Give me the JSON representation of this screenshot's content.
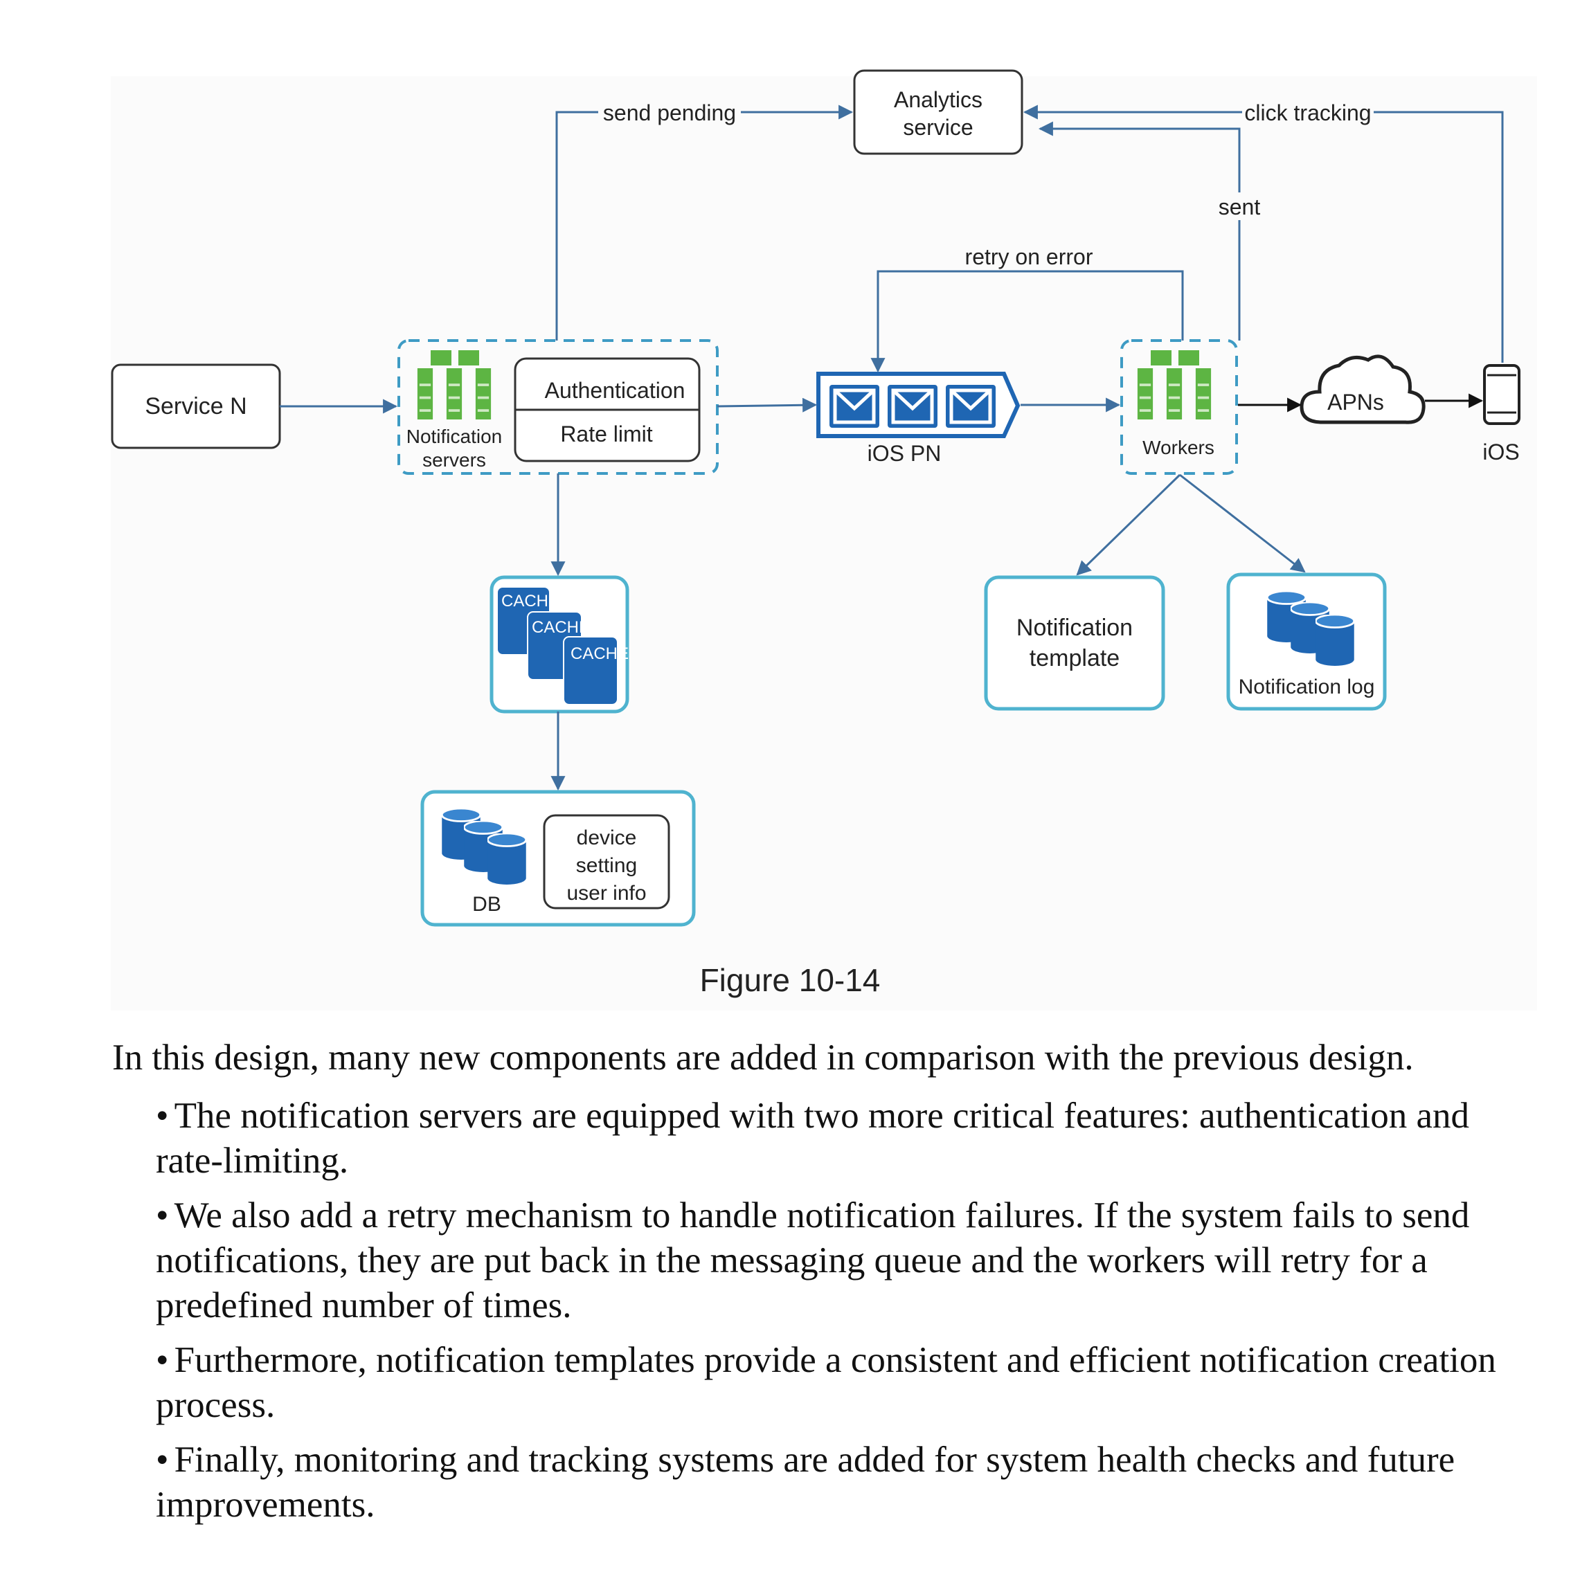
{
  "diagram": {
    "nodes": {
      "service_n": "Service N",
      "notification_servers_line1": "Notification",
      "notification_servers_line2": "servers",
      "authentication": "Authentication",
      "rate_limit": "Rate limit",
      "ios_pn": "iOS PN",
      "workers": "Workers",
      "apns": "APNs",
      "ios": "iOS",
      "analytics_line1": "Analytics",
      "analytics_line2": "service",
      "cache_1": "CACHE",
      "cache_2": "CACHE",
      "cache_3": "CACHE",
      "db": "DB",
      "db_info_line1": "device",
      "db_info_line2": "setting",
      "db_info_line3": "user info",
      "template_line1": "Notification",
      "template_line2": "template",
      "notification_log": "Notification log"
    },
    "edges": {
      "send_pending": "send pending",
      "click_tracking": "click tracking",
      "sent": "sent",
      "retry_on_error": "retry on error"
    },
    "colors": {
      "line": "#3f6f9f",
      "dashed": "#3e9bc4",
      "teal_box": "#4fb3cf",
      "blue": "#1f66b3",
      "server_green": "#5db543"
    }
  },
  "caption": "Figure 10-14",
  "text": {
    "intro": "In this design, many new components are added in comparison with the previous design.",
    "bullets": [
      "The notification servers are equipped with two more critical features: authentication and rate-limiting.",
      "We also add a retry mechanism to handle notification failures. If the system fails to send notifications, they are put back in the messaging queue and the workers will retry for a predefined number of times.",
      "Furthermore, notification templates provide a consistent and efficient notification creation process.",
      "Finally, monitoring and tracking systems are added for system health checks and future improvements."
    ]
  }
}
